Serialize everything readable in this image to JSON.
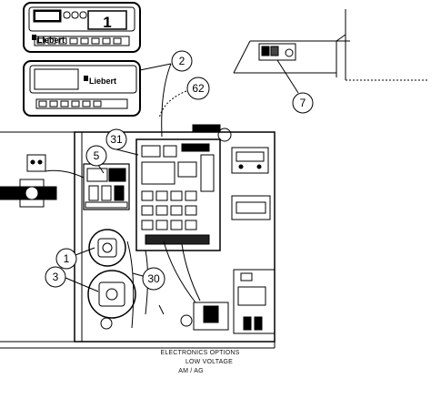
{
  "panel_display": {
    "digit": "1"
  },
  "brand": {
    "logo_top": "Liebert",
    "logo_bottom": "Liebert"
  },
  "callouts": [
    "2",
    "62",
    "7",
    "31",
    "5",
    "1",
    "3",
    "30"
  ],
  "caption": {
    "line1": "ELECTRONICS OPTIONS",
    "line2": "LOW VOLTAGE",
    "line3": "AM / AG"
  }
}
